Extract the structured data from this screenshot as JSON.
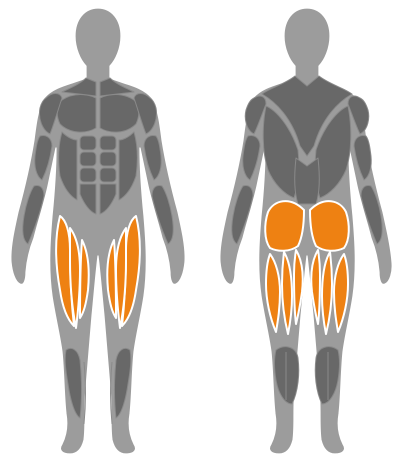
{
  "figure": {
    "views": [
      "front",
      "back"
    ],
    "silhouette_color": "#9c9c9c",
    "muscle_color": "#686868",
    "highlight_color": "#ee8112",
    "highlighted_muscles": [
      "quadriceps",
      "gluteus",
      "hamstrings"
    ]
  }
}
